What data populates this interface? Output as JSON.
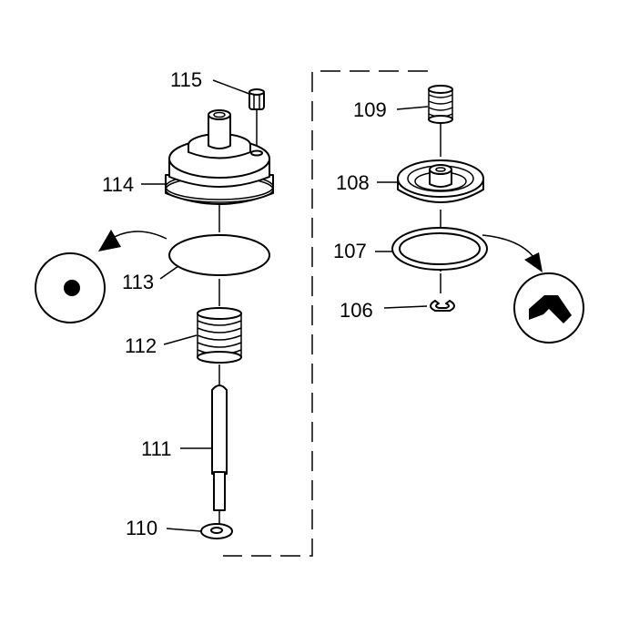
{
  "callouts": {
    "c115": "115",
    "c114": "114",
    "c113": "113",
    "c112": "112",
    "c111": "111",
    "c110": "110",
    "c109": "109",
    "c108": "108",
    "c107": "107",
    "c106": "106"
  },
  "icons": {
    "left_symbol": "lubricate-dot-icon",
    "right_symbol": "sealant-symbol-icon"
  },
  "colors": {
    "line": "#000000",
    "background": "#ffffff"
  }
}
